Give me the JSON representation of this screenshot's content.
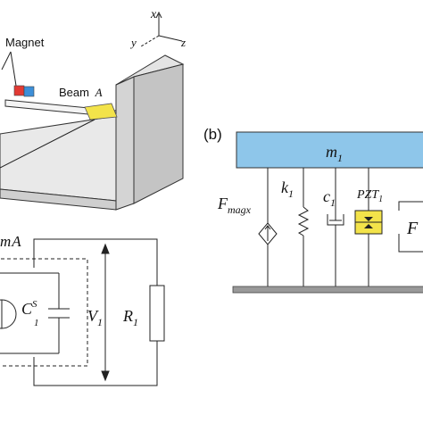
{
  "panel_a": {
    "axes": {
      "x": "x",
      "y": "y",
      "z": "z"
    },
    "magnet_label": "Magnet",
    "beam_label": "Beam",
    "beam_letter": "A"
  },
  "panel_b": {
    "label": "(b)",
    "mass": {
      "symbol": "m",
      "sub": "1"
    },
    "force": {
      "symbol": "F",
      "sub": "magx"
    },
    "spring": {
      "symbol": "k",
      "sub": "1"
    },
    "damper": {
      "symbol": "c",
      "sub": "1"
    },
    "pzt": {
      "symbol": "PZT",
      "sub": "1"
    },
    "cut_symbol": "F"
  },
  "circuit": {
    "source_partial": "m",
    "source_letter": "A",
    "capacitance": {
      "symbol": "C",
      "sup": "S",
      "sub": "1"
    },
    "voltage": {
      "symbol": "V",
      "sub": "1"
    },
    "resistor": {
      "symbol": "R",
      "sub": "1"
    }
  },
  "colors": {
    "mass_block": "#8ec6ea",
    "piezo_patch": "#f3e34a",
    "magnet_red": "#e23a33",
    "magnet_blue": "#3d8fd8",
    "frame_grey": "#d0d0d0",
    "ground": "#999999"
  }
}
